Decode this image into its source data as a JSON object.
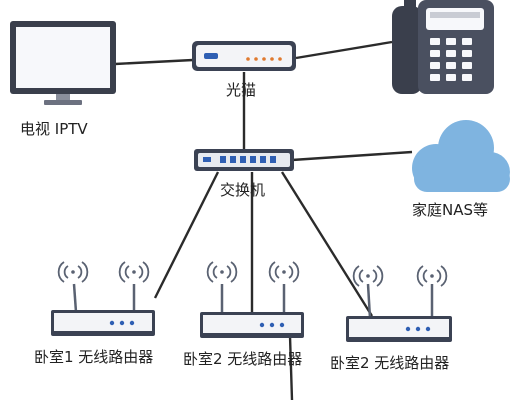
{
  "labels": {
    "tv": "电视 IPTV",
    "modem": "光猫",
    "switch": "交换机",
    "nas": "家庭NAS等",
    "router1": "卧室1 无线路由器",
    "router2": "卧室2 无线路由器",
    "router3": "卧室2 无线路由器"
  },
  "colors": {
    "line": "#2b2b2b",
    "device_body": "#3b4253",
    "device_face": "#f3f4f7",
    "led": "#2f5fb3",
    "cloud": "#7fb4e0",
    "tv_frame": "#3a3f4c",
    "tv_screen": "#f7f8fb",
    "phone": "#3a3f4c",
    "wifi": "#5a6272"
  },
  "icons": [
    "tv-icon",
    "modem-icon",
    "phone-icon",
    "switch-icon",
    "cloud-icon",
    "router-icon",
    "wifi-icon"
  ]
}
